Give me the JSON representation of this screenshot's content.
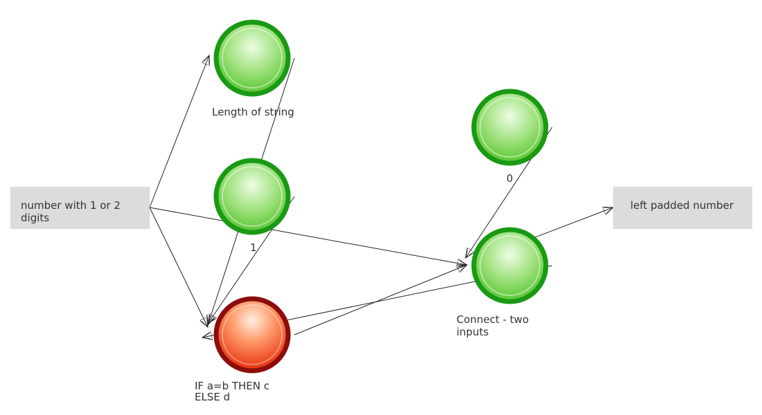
{
  "input_box": {
    "label": "number with 1 or 2 digits"
  },
  "output_box": {
    "label": "left padded number"
  },
  "nodes": [
    {
      "id": "length",
      "label": "Length of string",
      "kind": "ok"
    },
    {
      "id": "one",
      "label": "1",
      "kind": "ok"
    },
    {
      "id": "zero",
      "label": "0",
      "kind": "ok"
    },
    {
      "id": "connect",
      "label": "Connect - two inputs",
      "kind": "ok"
    },
    {
      "id": "ifelse",
      "label": "IF a=b THEN c ELSE d",
      "kind": "error"
    }
  ],
  "colors": {
    "ok_ring": "#1a9a14",
    "ok_fill_light": "#e8fbd8",
    "ok_fill_dark": "#5cc636",
    "error_ring": "#8b0e0a",
    "error_fill_light": "#ffe0cc",
    "error_fill_dark": "#e8421a",
    "box": "#dcdcdc",
    "edge": "#222222"
  }
}
